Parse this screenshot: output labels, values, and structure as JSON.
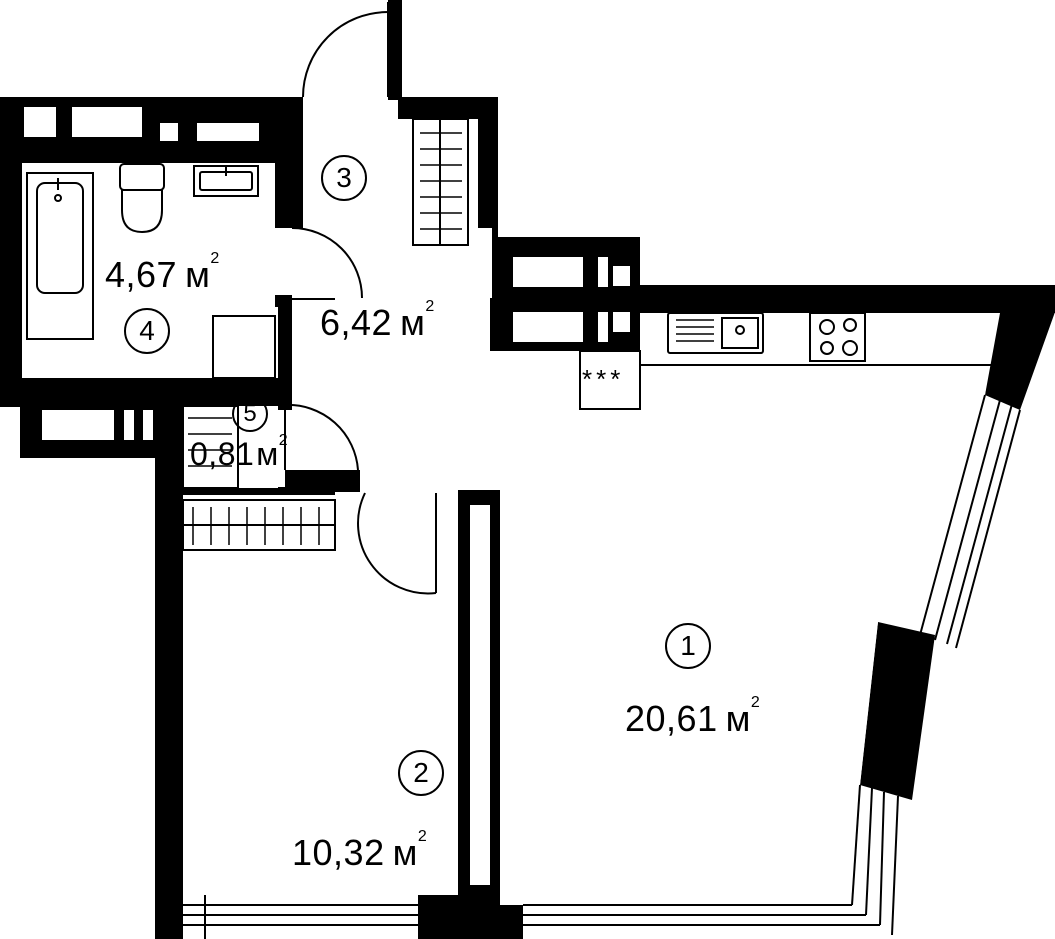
{
  "rooms": [
    {
      "id": "1",
      "number": "1",
      "area": "20,61",
      "unit": "м",
      "exp": "2"
    },
    {
      "id": "2",
      "number": "2",
      "area": "10,32",
      "unit": "м",
      "exp": "2"
    },
    {
      "id": "3",
      "number": "3",
      "area": "6,42",
      "unit": "м",
      "exp": "2"
    },
    {
      "id": "4",
      "number": "4",
      "area": "4,67",
      "unit": "м",
      "exp": "2"
    },
    {
      "id": "5",
      "number": "5",
      "area": "0,81",
      "unit": "м",
      "exp": "2"
    }
  ],
  "appliance_label": "***",
  "colors": {
    "wall": "#000000",
    "line": "#000000",
    "background": "#ffffff"
  }
}
